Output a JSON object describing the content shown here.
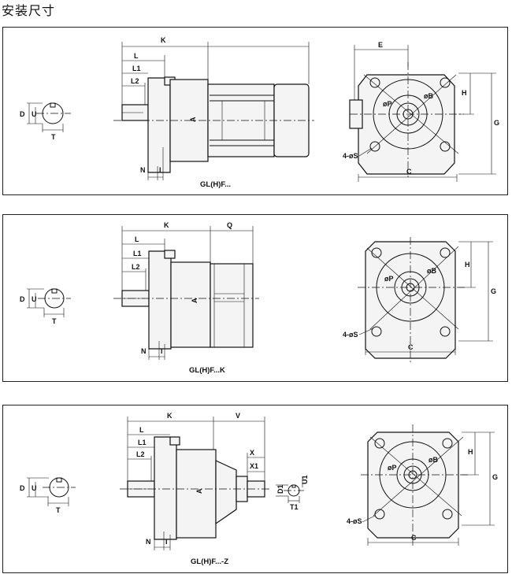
{
  "page": {
    "title": "安装尺寸"
  },
  "panels": [
    {
      "caption": "GL(H)F...",
      "labels": {
        "K": "K",
        "L": "L",
        "L1": "L1",
        "L2": "L2",
        "N": "N",
        "I": "I",
        "A": "A",
        "D": "D",
        "U": "U",
        "T": "T",
        "E": "E",
        "H": "H",
        "G": "G",
        "C": "C",
        "P": "øP",
        "B": "øB",
        "S": "4-øS"
      }
    },
    {
      "caption": "GL(H)F...K",
      "labels": {
        "K": "K",
        "Q": "Q",
        "L": "L",
        "L1": "L1",
        "L2": "L2",
        "N": "N",
        "I": "I",
        "A": "A",
        "D": "D",
        "U": "U",
        "T": "T",
        "H": "H",
        "G": "G",
        "C": "C",
        "P": "øP",
        "B": "øB",
        "S": "4-øS"
      }
    },
    {
      "caption": "GL(H)F...-Z",
      "labels": {
        "K": "K",
        "V": "V",
        "L": "L",
        "L1": "L1",
        "L2": "L2",
        "N": "N",
        "I": "I",
        "A": "A",
        "D": "D",
        "U": "U",
        "T": "T",
        "X": "X",
        "X1": "X1",
        "D1": "D1",
        "U1": "U1",
        "T1": "T1",
        "H": "H",
        "G": "G",
        "C": "C",
        "P": "øP",
        "B": "øB",
        "S": "4-øS"
      }
    }
  ]
}
